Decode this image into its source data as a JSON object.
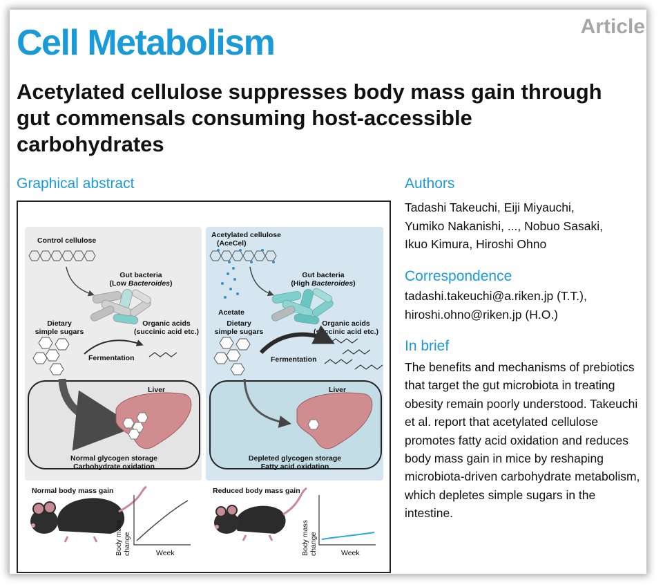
{
  "header": {
    "journal": "Cell Metabolism",
    "article_type": "Article",
    "title": "Acetylated cellulose suppresses body mass gain through gut commensals consuming host-accessible carbohydrates"
  },
  "sections": {
    "graphical_abstract": "Graphical abstract",
    "authors": "Authors",
    "correspondence": "Correspondence",
    "in_brief": "In brief"
  },
  "authors": [
    "Tadashi Takeuchi, Eiji Miyauchi,",
    "Yumiko Nakanishi, ..., Nobuo Sasaki,",
    "Ikuo Kimura, Hiroshi Ohno"
  ],
  "correspondence": [
    "tadashi.takeuchi@a.riken.jp (T.T.),",
    "hiroshi.ohno@riken.jp (H.O.)"
  ],
  "in_brief": "The benefits and mechanisms of prebiotics that target the gut microbiota in treating obesity remain poorly understood. Takeuchi et al. report that acetylated cellulose promotes fatty acid oxidation and reduces body mass gain in mice by reshaping microbiota-driven carbohydrate metabolism, which depletes simple sugars in the intestine.",
  "graphical_abstract": {
    "left": {
      "cellulose": "Control cellulose",
      "bacteria_line1": "Gut bacteria",
      "bacteria_line2_pre": "(Low ",
      "bacteria_italic": "Bacteroides",
      "bacteria_line2_post": ")",
      "sugars_line1": "Dietary",
      "sugars_line2": "simple sugars",
      "acids_line1": "Organic acids",
      "acids_line2": "(succinic acid etc.)",
      "fermentation": "Fermentation",
      "liver": "Liver",
      "outcome_line1": "Normal glycogen storage",
      "outcome_line2": "Carbohydrate oxidation",
      "mass_gain": "Normal body mass gain"
    },
    "right": {
      "cellulose_line1": "Acetylated cellulose",
      "cellulose_line2": "(AceCel)",
      "acetate": "Acetate",
      "bacteria_line1": "Gut bacteria",
      "bacteria_line2_pre": "(High ",
      "bacteria_italic": "Bacteroides",
      "bacteria_line2_post": ")",
      "sugars_line1": "Dietary",
      "sugars_line2": "simple sugars",
      "acids_line1": "Organic acids",
      "acids_line2": "(succinic acid etc.)",
      "fermentation": "Fermentation",
      "liver": "Liver",
      "outcome_line1": "Depleted glycogen storage",
      "outcome_line2": "Fatty acid oxidation",
      "mass_gain": "Reduced body mass gain"
    },
    "plot_ylabel": "Body mass change",
    "plot_xlabel": "Week",
    "colors": {
      "left_panel": "#ececec",
      "right_panel": "#d6e6f1",
      "liver": "#d08c8f",
      "bacteria_teal": "#7fcfcc",
      "bacteria_gray": "#c4c4c4",
      "reduced_line": "#2aa6dc",
      "accent": "#1a9bd7"
    }
  }
}
